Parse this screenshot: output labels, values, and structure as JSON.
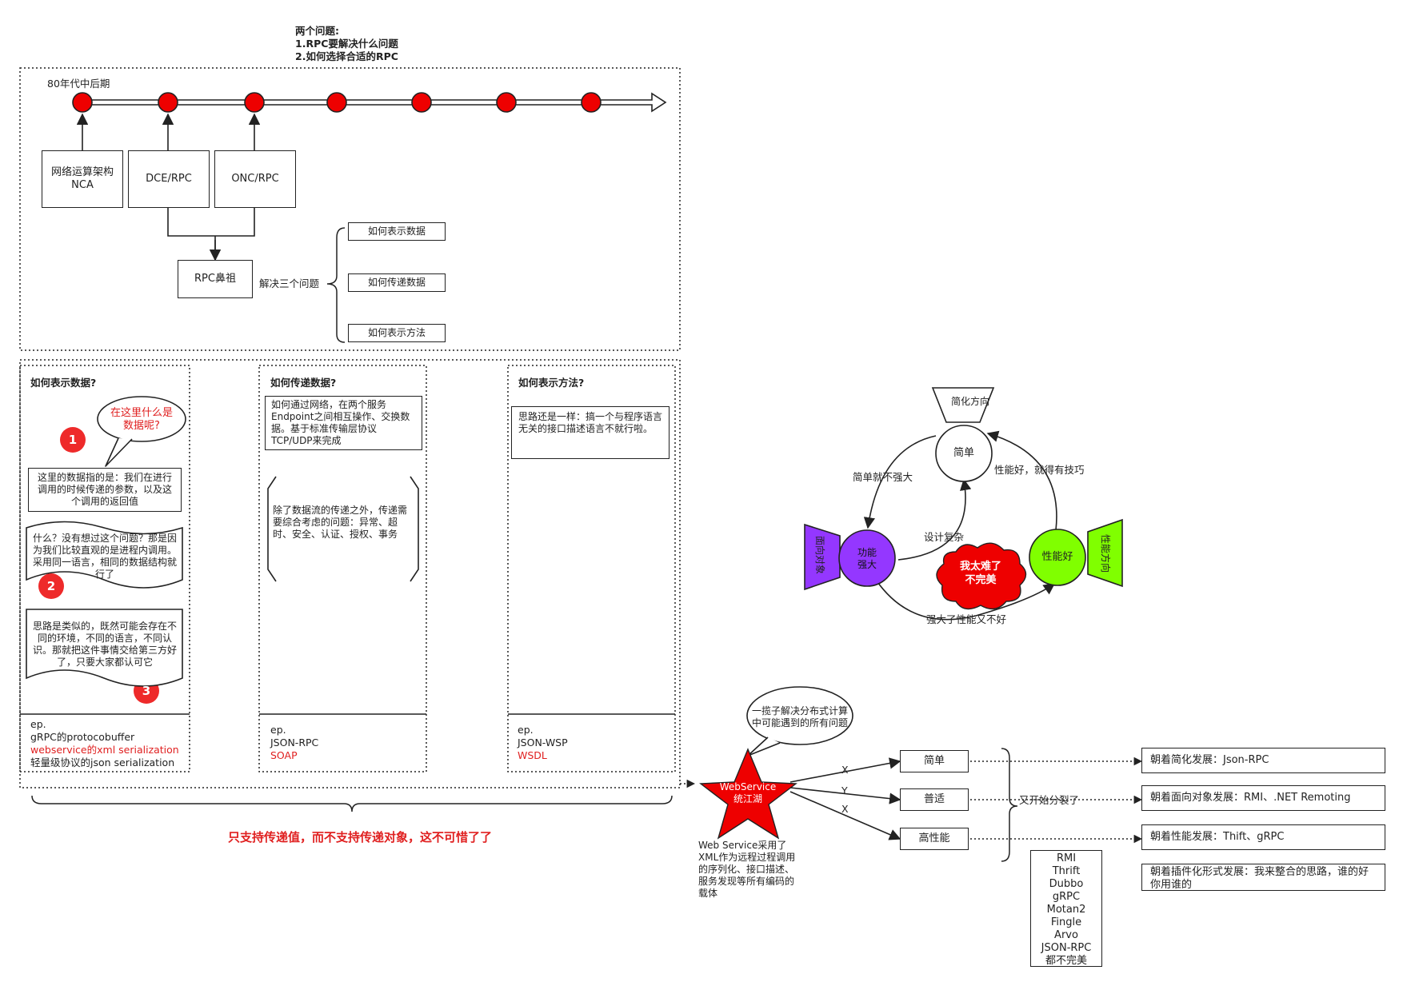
{
  "header": {
    "title": "两个问题:",
    "q1": "1.RPC要解决什么问题",
    "q2": "2.如何选择合适的RPC"
  },
  "timeline": {
    "label": "80年代中后期",
    "box_nca_line1": "网络运算架构",
    "box_nca_line2": "NCA",
    "box_dce": "DCE/RPC",
    "box_onc": "ONC/RPC",
    "box_ancestor": "RPC鼻祖",
    "solve_label": "解决三个问题",
    "issue1": "如何表示数据",
    "issue2": "如何传递数据",
    "issue3": "如何表示方法"
  },
  "col_data": {
    "title": "如何表示数据?",
    "cloud": "在这里什么是数据呢?",
    "note1": "这里的数据指的是：我们在进行调用的时候传递的参数，以及这个调用的返回值",
    "note2": "什么？没有想过这个问题？那是因为我们比较直观的是进程内调用。采用同一语言，相同的数据结构就行了",
    "note3": "思路是类似的，既然可能会存在不同的环境，不同的语言，不同认识。那就把这件事情交给第三方好了，只要大家都认可它",
    "badge1": "1",
    "badge2": "2",
    "badge3": "3",
    "ep_line1": "ep.",
    "ep_line2": "gRPC的protocobuffer",
    "ep_line3": "webservice的xml serialization",
    "ep_line4": "轻量级协议的json serialization"
  },
  "col_transfer": {
    "title": "如何传递数据?",
    "note1": "如何通过网络，在两个服务Endpoint之间相互操作、交换数据。基于标准传输层协议TCP/UDP来完成",
    "note2": "除了数据流的传递之外，传递需要综合考虑的问题：异常、超时、安全、认证、授权、事务",
    "ep_line1": "ep.",
    "ep_line2": "JSON-RPC",
    "ep_line3": "SOAP"
  },
  "col_method": {
    "title": "如何表示方法?",
    "note1": "思路还是一样：搞一个与程序语言无关的接口描述语言不就行啦。",
    "ep_line1": "ep.",
    "ep_line2": "JSON-WSP",
    "ep_line3": "WSDL"
  },
  "bottom_note": "只支持传递值，而不支持传递对象，这不可惜了了",
  "cycle": {
    "tag_simple": "简化方向",
    "tag_object": "面向对象",
    "tag_perf": "性能方向",
    "node_simple": "简单",
    "node_power_line1": "功能",
    "node_power_line2": "强大",
    "node_perf": "性能好",
    "edge_simple_power": "简单就不强大",
    "edge_perf_simple": "性能好，就得有技巧",
    "edge_power_simple": "设计复杂",
    "edge_power_perf": "强大了性能又不好",
    "burst_line1": "我太难了",
    "burst_line2": "不完美"
  },
  "webservice": {
    "cloud": "一揽子解决分布式计算中可能遇到的所有问题",
    "star_line1": "WebService",
    "star_line2": "统江湖",
    "desc": "Web Service采用了XML作为远程过程调用的序列化、接口描述、服务发现等所有编码的载体",
    "edge_x1": "X",
    "edge_y": "Y",
    "edge_x2": "X",
    "opt_simple": "简单",
    "opt_normal": "普适",
    "opt_perf": "高性能",
    "split_label": "又开始分裂了",
    "dir_simple": "朝着简化发展：Json-RPC",
    "dir_object": "朝着面向对象发展：RMI、.NET Remoting",
    "dir_perf": "朝着性能发展：Thift、gRPC",
    "dir_plugin": "朝着插件化形式发展：我来整合的思路，谁的好你用谁的",
    "fw1": "RMI",
    "fw2": "Thrift",
    "fw3": "Dubbo",
    "fw4": "gRPC",
    "fw5": "Motan2",
    "fw6": "Fingle",
    "fw7": "Arvo",
    "fw8": "JSON-RPC",
    "fw_note": "都不完美"
  }
}
